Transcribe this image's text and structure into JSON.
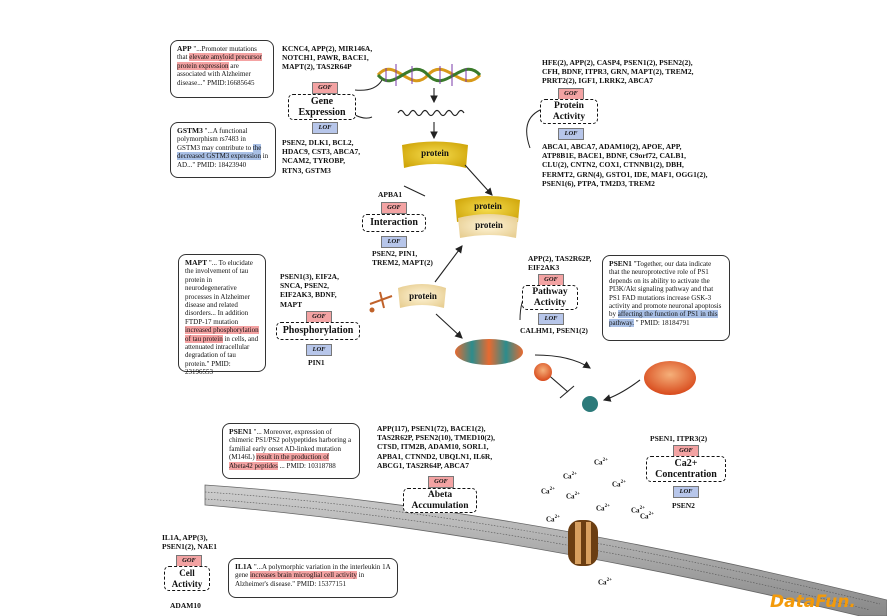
{
  "cards": {
    "app": {
      "gene": "APP",
      "tail": "\"...Promoter mutations that",
      "hl": "elevate amyloid precursor protein expression",
      "end": "are associated with Alzheimer disease...\"",
      "pmid": "PMID:16685645"
    },
    "gstm3": {
      "gene": "GSTM3",
      "tail": "\"...A functional polymorphism rs7483 in GSTM3 may contribute to",
      "hl": "the decreased GSTM3 expression",
      "end": "in AD...\"",
      "pmid": "PMID: 18423940"
    },
    "mapt": {
      "gene": "MAPT",
      "tail": "\"... To elucidate the involvement of tau protein in neurodegenerative processes in Alzheimer disease and related disorders... In addition FTDP-17 mutation",
      "hl": "increased phosphorylation of tau protein",
      "end": "in cells, and attenuated intracellular degradation of tau protein.\"",
      "pmid": "PMID: 23196553"
    },
    "psen1a": {
      "gene": "PSEN1",
      "tail": "\"Together, our data indicate that the neuroprotective role of PS1 depends on its ability to activate the PI3K/Akt signaling pathway and that PS1 FAD mutations increase GSK-3 activity and promote neuronal apoptosis by",
      "hl": "affecting the function of PS1 in this pathway.",
      "end": "\"",
      "pmid": "PMID: 18184791"
    },
    "psen1b": {
      "gene": "PSEN1",
      "tail": "\"... Moreover, expression of chimeric PS1/PS2 polypeptides harboring a familial early onset AD-linked mutation (M146L)",
      "hl": "result in the production of Abeta42 peptides",
      "end": "...",
      "pmid": "PMID: 10318788"
    },
    "il1a": {
      "gene": "IL1A",
      "tail": "\"...A polymorphic variation in the interleukin 1A gene",
      "hl": "increases brain microglial cell activity",
      "end": "in Alzheimer's disease.\"",
      "pmid": "PMID: 15377151"
    }
  },
  "nodes": {
    "gene_expression": {
      "label": "Gene Expression",
      "gof": "GOF",
      "lof": "LOF",
      "gof_genes": [
        "KCNC4, APP(2), MIR146A,",
        "NOTCH1, PAWR, BACE1,",
        "MAPT(2), TAS2R64P"
      ],
      "lof_genes": [
        "PSEN2, DLK1, BCL2,",
        "HDAC9, CST3, ABCA7,",
        "NCAM2, TYROBP,",
        "RTN3, GSTM3"
      ]
    },
    "protein_activity": {
      "label": "Protein Activity",
      "gof": "GOF",
      "lof": "LOF",
      "gof_genes": [
        "HFE(2), APP(2), CASP4, PSEN1(2), PSEN2(2),",
        "CFH, BDNF, ITPR3, GRN, MAPT(2), TREM2,",
        "PRRT2(2), IGF1, LRRK2, ABCA7"
      ],
      "lof_genes": [
        "ABCA1, ABCA7, ADAM10(2), APOE, APP,",
        "ATP8B1E, BACE1, BDNF, C9orf72, CALB1,",
        "CLU(2), CNTN2, COX1, CTNNB1(2), DBH,",
        "FERMT2, GRN(4), GSTO1, IDE, MAF1, OGG1(2),",
        "PSEN1(6), PTPA, TM2D3, TREM2"
      ]
    },
    "interaction": {
      "label": "Interaction",
      "gof": "GOF",
      "lof": "LOF",
      "gof_genes": [
        "APBA1"
      ],
      "lof_genes": [
        "PSEN2, PIN1,",
        "TREM2, MAPT(2)"
      ]
    },
    "pathway_activity": {
      "label": "Pathway Activity",
      "gof": "GOF",
      "lof": "LOF",
      "gof_genes": [
        "APP(2), TAS2R62P,",
        "EIF2AK3"
      ],
      "lof_genes": [
        "CALHM1, PSEN1(2)"
      ]
    },
    "phosphorylation": {
      "label": "Phosphorylation",
      "gof": "GOF",
      "lof": "LOF",
      "gof_genes": [
        "PSEN1(3), EIF2A,",
        "SNCA, PSEN2,",
        "EIF2AK3, BDNF,",
        "MAPT"
      ],
      "lof_genes": [
        "PIN1"
      ]
    },
    "abeta": {
      "label": "Abeta Accumulation",
      "gof": "GOF",
      "gof_genes": [
        "APP(117), PSEN1(72), BACE1(2),",
        "TAS2R62P, PSEN2(10), TMED10(2),",
        "CTSD, ITM2B, ADAM10, SORL1,",
        "APBA1, CTNND2, UBQLN1, IL6R,",
        "ABCG1, TAS2R64P, ABCA7"
      ]
    },
    "ca_conc": {
      "label": "Ca2+ Concentration",
      "gof": "GOF",
      "lof": "LOF",
      "gof_genes": [
        "PSEN1, ITPR3(2)"
      ],
      "lof_genes": [
        "PSEN2"
      ]
    },
    "cell_activity": {
      "label": "Cell Activity",
      "gof": "GOF",
      "gof_genes": [
        "IL1A, APP(3),",
        "PSEN1(2), NAE1"
      ],
      "lof_genes": [
        "ADAM10"
      ]
    }
  },
  "protein_labels": {
    "p1": "protein",
    "p2": "protein",
    "p3": "protein",
    "p4": "protein"
  },
  "ca_label": "Ca",
  "ca_sup": "2+",
  "logo": "DataFun."
}
